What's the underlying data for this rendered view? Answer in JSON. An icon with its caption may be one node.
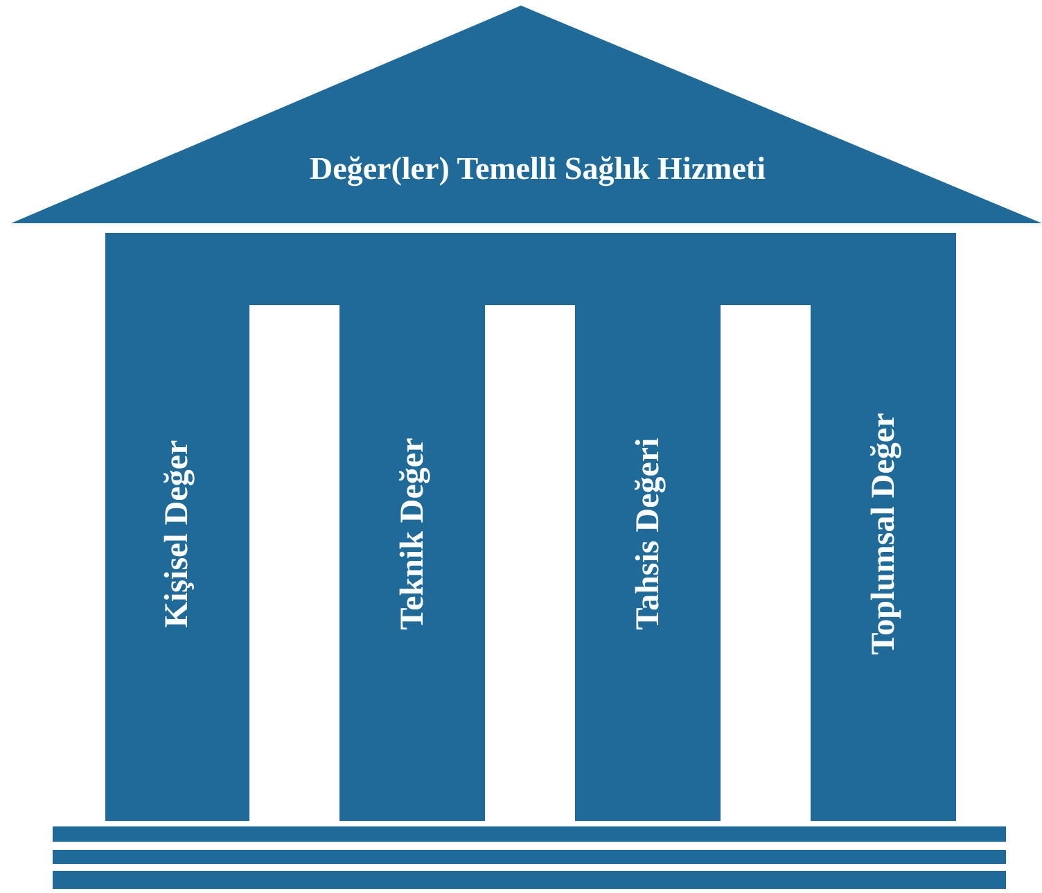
{
  "diagram": {
    "nodes": [
      {
        "text": [
          "Değer(ler) Temelli Sağlık Hizmeti"
        ]
      },
      {
        "text": [
          "Kişisel Değer"
        ]
      },
      {
        "text": [
          "Teknik Değer"
        ]
      },
      {
        "text": [
          "Tahsis Değeri"
        ]
      },
      {
        "text": [
          "Toplumsal Değer"
        ]
      }
    ],
    "edges": []
  }
}
